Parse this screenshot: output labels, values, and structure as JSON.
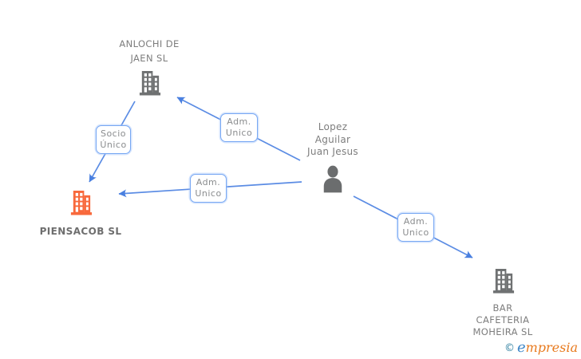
{
  "palette": {
    "edge_blue": "#5b8ce4",
    "arrow_blue": "#4a80e0",
    "box_border_blue": "#77a7f3",
    "label_gray": "#7d7d7d",
    "highlight_orange": "#f8693c",
    "icon_gray": "#6f7172"
  },
  "nodes": {
    "anlochi": {
      "line1": "ANLOCHI DE",
      "line2": "JAEN SL",
      "type": "company"
    },
    "piensacob": {
      "name": "PIENSACOB SL",
      "type": "company",
      "highlighted": "true"
    },
    "person": {
      "line1": "Lopez",
      "line2": "Aguilar",
      "line3": "Juan Jesus",
      "type": "person"
    },
    "bar": {
      "line1": "BAR",
      "line2": "CAFETERIA",
      "line3": "MOHEIRA SL",
      "type": "company"
    }
  },
  "edges": {
    "socio_unico": {
      "line1": "Socio",
      "line2": "Único",
      "from": "ANLOCHI DE JAEN SL",
      "to": "PIENSACOB SL"
    },
    "adm_top": {
      "line1": "Adm.",
      "line2": "Unico",
      "from": "Lopez Aguilar Juan Jesus",
      "to": "ANLOCHI DE JAEN SL"
    },
    "adm_mid": {
      "line1": "Adm.",
      "line2": "Unico",
      "from": "Lopez Aguilar Juan Jesus",
      "to": "PIENSACOB SL"
    },
    "adm_bottom": {
      "line1": "Adm.",
      "line2": "Unico",
      "from": "Lopez Aguilar Juan Jesus",
      "to": "BAR CAFETERIA MOHEIRA SL"
    }
  },
  "footer": {
    "copyright": "©",
    "brand_first": "e",
    "brand_rest": "mpresia"
  }
}
